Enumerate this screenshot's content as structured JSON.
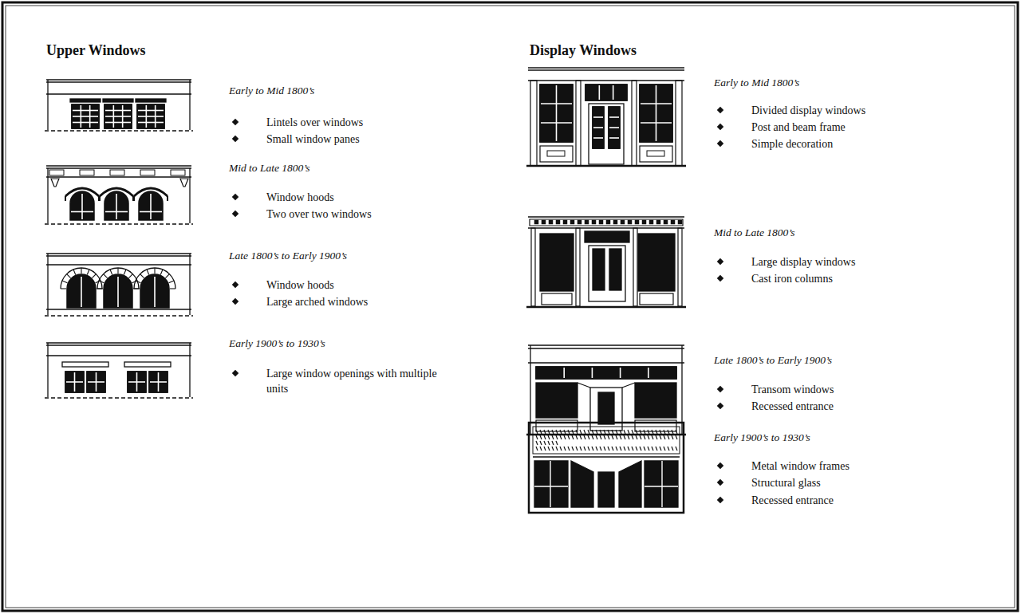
{
  "diagram": {
    "labels": [
      "Upper Windows",
      "Early to Mid 1800’s",
      "Lintels over windows",
      "Small window panes",
      "Mid to Late 1800’s",
      "Window hoods",
      "Two over two windows",
      "Late 1800’s to Early 1900’s",
      "Window hoods",
      "Large arched windows",
      "Early 1900’s to 1930’s",
      "Large window openings with multiple units",
      "Display Windows",
      "Early to Mid 1800’s",
      "Divided display windows",
      "Post and beam frame",
      "Simple decoration",
      "Mid to Late 1800’s",
      "Large display windows",
      "Cast iron columns",
      "Late 1800’s to Early 1900’s",
      "Transom windows",
      "Recessed entrance",
      "Early 1900’s to 1930’s",
      "Metal window frames",
      "Structural glass",
      "Recessed entrance"
    ]
  }
}
